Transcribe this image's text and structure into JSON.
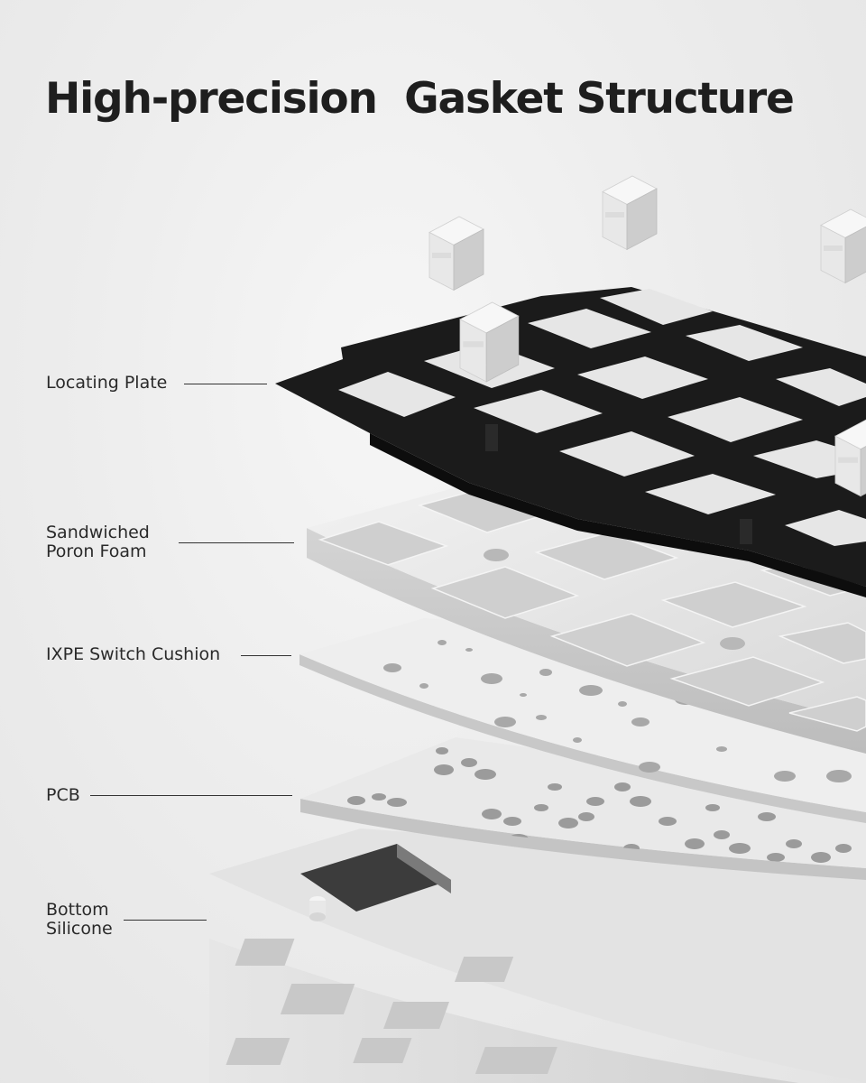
{
  "title": "High-precision  Gasket Structure",
  "layers": [
    {
      "name": "locating-plate",
      "label": "Locating Plate"
    },
    {
      "name": "poron-foam",
      "label": "Sandwiched\nPoron Foam"
    },
    {
      "name": "ixpe-cushion",
      "label": "IXPE Switch Cushion"
    },
    {
      "name": "pcb",
      "label": "PCB"
    },
    {
      "name": "bottom-silicone",
      "label": "Bottom\nSilicone"
    }
  ],
  "colors": {
    "background": "#ececec",
    "plate": "#1c1c1c",
    "foam": "#e2e2e2",
    "cushion": "#ececec",
    "switch": "#f0f0f0"
  }
}
